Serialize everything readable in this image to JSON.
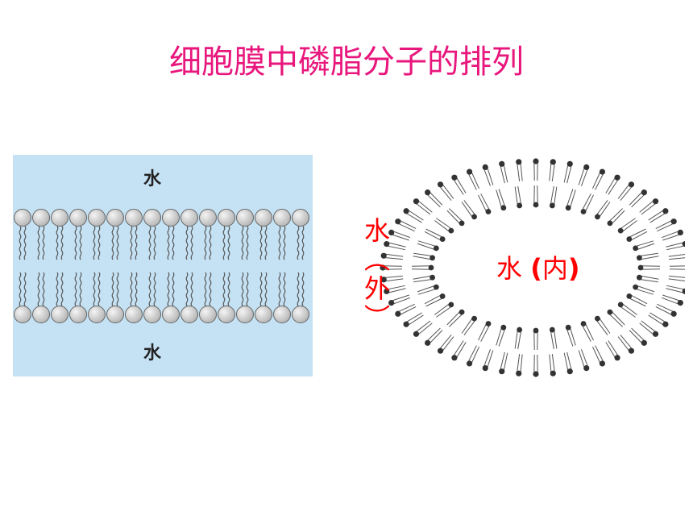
{
  "title": "细胞膜中磷脂分子的排列",
  "colors": {
    "title": "#e8177d",
    "label_red": "#ff0000",
    "water_bg": "#c5e2f4",
    "head_fill": "#b8b8b8",
    "head_stroke": "#666666",
    "tail": "#555555",
    "vesicle_head": "#333333"
  },
  "bilayer": {
    "water_top": "水",
    "water_bottom": "水"
  },
  "vesicle": {
    "outside_label": {
      "char1": "水",
      "paren_open": "︵",
      "char2": "外",
      "paren_close": "︶"
    },
    "inside_label": {
      "text": "水",
      "paren_open": "(",
      "word": "内",
      "paren_close": ")"
    }
  }
}
